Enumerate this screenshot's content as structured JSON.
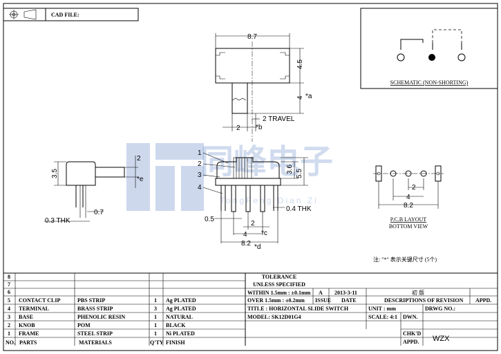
{
  "header": {
    "cad_file_label": "CAD FILE:"
  },
  "schematic": {
    "label": "SCHEMATIC (NON-SHORTING)"
  },
  "top_view": {
    "width": "8.7",
    "height": "4.5",
    "lever": "4",
    "lever_mark": "*a",
    "lever_width": "2",
    "travel": "2  TRAVEL",
    "travel_mark": "*b"
  },
  "side_left": {
    "height": "3.5",
    "lever": "2",
    "lever_mark": "*e",
    "thickness": "0.3  THK",
    "pin": "0.7"
  },
  "front_view": {
    "callouts": [
      "1",
      "2",
      "3",
      "4"
    ],
    "height_a": "3.6",
    "height_b": "5.5",
    "pin_thk": "0.4  THK",
    "pin_w": "0.5",
    "pitch": "2",
    "pitch_mark": "*c",
    "span": "4",
    "total": "8.2",
    "total_mark": "*d"
  },
  "pcb": {
    "pitch": "2",
    "span": "4",
    "total": "8.2",
    "label_1": "P.C.B  LAYOUT",
    "label_2": "BOTTOM  VIEW"
  },
  "note": "注: \"*\" 表示关键尺寸 (5个)",
  "watermark": {
    "cn": "同峰电子",
    "en": "TongFeng Dian Zi"
  },
  "parts_table": {
    "headers": [
      "NO.",
      "PARTS",
      "MATERIALS",
      "Q'TY",
      "FINISH"
    ],
    "rows": [
      [
        "8",
        "",
        "",
        "",
        ""
      ],
      [
        "7",
        "",
        "",
        "",
        ""
      ],
      [
        "6",
        "",
        "",
        "",
        ""
      ],
      [
        "5",
        "CONTACT CLIP",
        "PBS STRIP",
        "1",
        "Ag PLATED"
      ],
      [
        "4",
        "TERMINAL",
        "BRASS STRIP",
        "3",
        "Ag PLATED"
      ],
      [
        "3",
        "BASE",
        "PHENOLIC RESIN",
        "1",
        "NATURAL"
      ],
      [
        "2",
        "KNOB",
        "POM",
        "1",
        "BLACK"
      ],
      [
        "1",
        "FRAME",
        "STEEL STRIP",
        "1",
        "Ni PLATED"
      ]
    ]
  },
  "tolerance": {
    "title": "TOLERANCE",
    "subtitle": "UNLESS  SPECIFIED",
    "line1": "WITHIN 1.5mm : ±0.1mm",
    "line2": "OVER 1.5mm : ±0.2mm"
  },
  "revision": {
    "issue": "A",
    "date": "2013-3-11",
    "description": "初  版",
    "issue_label": "ISSUE",
    "date_label": "DATE",
    "desc_label": "DESCRIPTIONS OF REVISION",
    "appd_label": "APPD."
  },
  "title_block": {
    "title": "TITLE :   HORIZONTAL SLIDE SWITCH",
    "model": "MODEL:   SK12D01G4",
    "unit": "UNIT :  mm",
    "dwg_no": "DRWG NO.:",
    "scale": "SCALE:   4:1",
    "dwn": "DWN.",
    "chkd": "CHK'D",
    "appd": "APPD.",
    "appd_value": "WZX"
  }
}
